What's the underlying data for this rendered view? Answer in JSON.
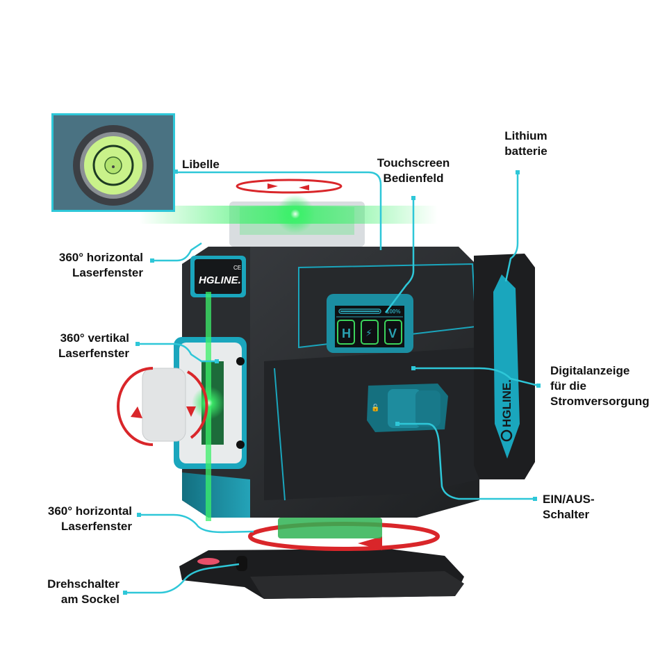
{
  "product": {
    "brand": "HGLINE.",
    "ce_mark": "CE",
    "display": {
      "battery_percent": "100%",
      "buttons": [
        "H",
        "⚡",
        "V"
      ]
    },
    "battery_brand": "HGLINE."
  },
  "callouts": {
    "libelle": {
      "lines": [
        "Libelle"
      ]
    },
    "touchscreen": {
      "lines": [
        "Touchscreen",
        "Bedienfeld"
      ]
    },
    "battery": {
      "lines": [
        "Lithium",
        "batterie"
      ]
    },
    "horizontal_top": {
      "lines": [
        "360° horizontal",
        "Laserfenster"
      ]
    },
    "vertical": {
      "lines": [
        "360° vertikal",
        "Laserfenster"
      ]
    },
    "power_display": {
      "lines": [
        "Digitalanzeige",
        "für die",
        "Stromversorgung"
      ]
    },
    "switch": {
      "lines": [
        "EIN/AUS-",
        "Schalter"
      ]
    },
    "horizontal_bottom": {
      "lines": [
        "360° horizontal",
        "Laserfenster"
      ]
    },
    "base_knob": {
      "lines": [
        "Drehschalter",
        "am Sockel"
      ]
    }
  },
  "colors": {
    "callout_line": "#2ec7d8",
    "body_dark": "#2b2d30",
    "accent_teal": "#1f8fa3",
    "laser_green": "#3cf06a",
    "arrow_red": "#d9262a"
  }
}
